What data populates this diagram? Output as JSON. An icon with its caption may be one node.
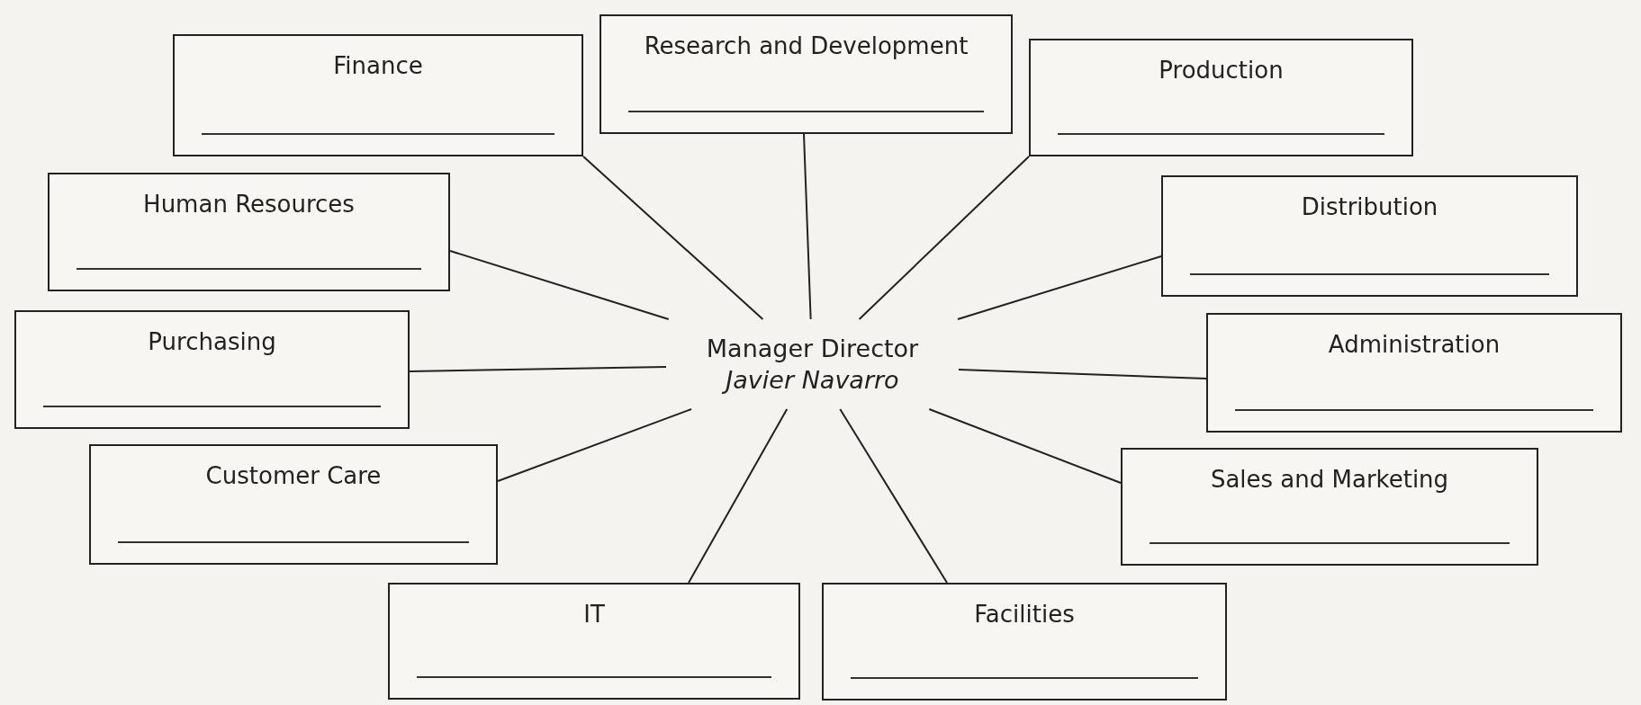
{
  "diagram": {
    "nodes": [
      {
        "text": [
          "Manager Director",
          "Javier Navarro"
        ]
      },
      {
        "text": [
          "Finance"
        ]
      },
      {
        "text": [
          "Research and Development"
        ]
      },
      {
        "text": [
          "Production"
        ]
      },
      {
        "text": [
          "Human Resources"
        ]
      },
      {
        "text": [
          "Distribution"
        ]
      },
      {
        "text": [
          "Purchasing"
        ]
      },
      {
        "text": [
          "Administration"
        ]
      },
      {
        "text": [
          "Customer Care"
        ]
      },
      {
        "text": [
          "Sales and Marketing"
        ]
      },
      {
        "text": [
          "IT"
        ]
      },
      {
        "text": [
          "Facilities"
        ]
      }
    ],
    "edges": [
      {
        "from": 0,
        "to": 1,
        "arrow": "none"
      },
      {
        "from": 0,
        "to": 2,
        "arrow": "none"
      },
      {
        "from": 0,
        "to": 3,
        "arrow": "none"
      },
      {
        "from": 0,
        "to": 4,
        "arrow": "none"
      },
      {
        "from": 0,
        "to": 5,
        "arrow": "none"
      },
      {
        "from": 0,
        "to": 6,
        "arrow": "none"
      },
      {
        "from": 0,
        "to": 7,
        "arrow": "none"
      },
      {
        "from": 0,
        "to": 8,
        "arrow": "none"
      },
      {
        "from": 0,
        "to": 9,
        "arrow": "none"
      },
      {
        "from": 0,
        "to": 10,
        "arrow": "none"
      },
      {
        "from": 0,
        "to": 11,
        "arrow": "none"
      }
    ]
  }
}
